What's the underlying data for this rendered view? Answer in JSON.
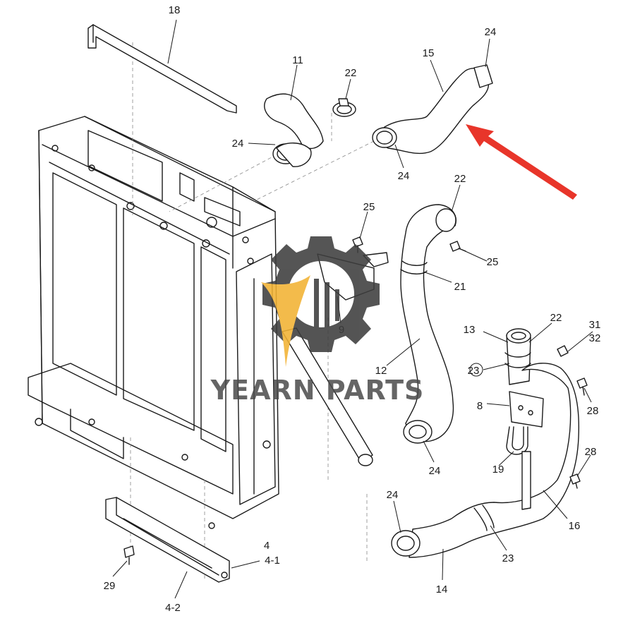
{
  "diagram": {
    "callouts": {
      "c18": "18",
      "c11": "11",
      "c22_top": "22",
      "c15": "15",
      "c24_top": "24",
      "c24_hose11": "24",
      "c24_hose15": "24",
      "c22_hose21": "22",
      "c25_bolt_left": "25",
      "c25_bolt_right": "25",
      "c21": "21",
      "c9": "9",
      "c12": "12",
      "c13": "13",
      "c22_filler": "22",
      "c31": "31",
      "c32": "32",
      "c23_filler": "23",
      "c8": "8",
      "c28_upper": "28",
      "c28_lower": "28",
      "c19": "19",
      "c24_hose12": "24",
      "c16": "16",
      "c24_hose14": "24",
      "c23_lower": "23",
      "c14": "14",
      "c4": "4",
      "c4_1": "4-1",
      "c4_2": "4-2",
      "c29": "29"
    },
    "arrow_color": "#e8352a"
  },
  "watermark": {
    "brand": "YEARN PARTS",
    "gear_color": "#3d3d3d",
    "accent_color": "#f2b233"
  }
}
